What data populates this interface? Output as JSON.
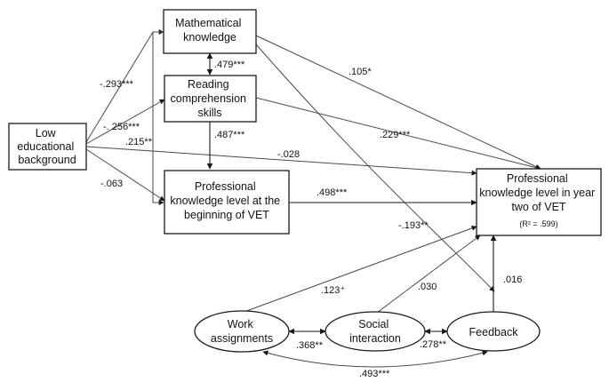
{
  "nodes": {
    "low_ed": {
      "lines": [
        "Low",
        "educational",
        "background"
      ]
    },
    "math": {
      "lines": [
        "Mathematical",
        "knowledge"
      ]
    },
    "reading": {
      "lines": [
        "Reading",
        "comprehension",
        "skills"
      ]
    },
    "prof_begin": {
      "lines": [
        "Professional",
        "knowledge level at the",
        "beginning of VET"
      ]
    },
    "prof_year2": {
      "lines": [
        "Professional",
        "knowledge level in year",
        "two of VET"
      ],
      "r2": "(R² = .599)"
    },
    "work": {
      "lines": [
        "Work",
        "assignments"
      ]
    },
    "social": {
      "lines": [
        "Social",
        "interaction"
      ]
    },
    "feedback": {
      "lines": [
        "Feedback"
      ]
    }
  },
  "coefficients": {
    "low_math": "-.293***",
    "low_reading": "-. 256***",
    "low_prof_begin": "-.063",
    "low_year2": "-.028",
    "math_reading": ".479***",
    "math_prof_begin": ".215**",
    "math_year2": ".105*",
    "math_feedback": "-.193**",
    "reading_prof_begin": ".487***",
    "reading_year2": ".229***",
    "prof_begin_year2": ".498***",
    "work_year2": ".123⁺",
    "social_year2": ".030",
    "feedback_year2": ".016",
    "work_social": ".368**",
    "social_feedback": ".278**",
    "work_feedback": ".493***"
  }
}
